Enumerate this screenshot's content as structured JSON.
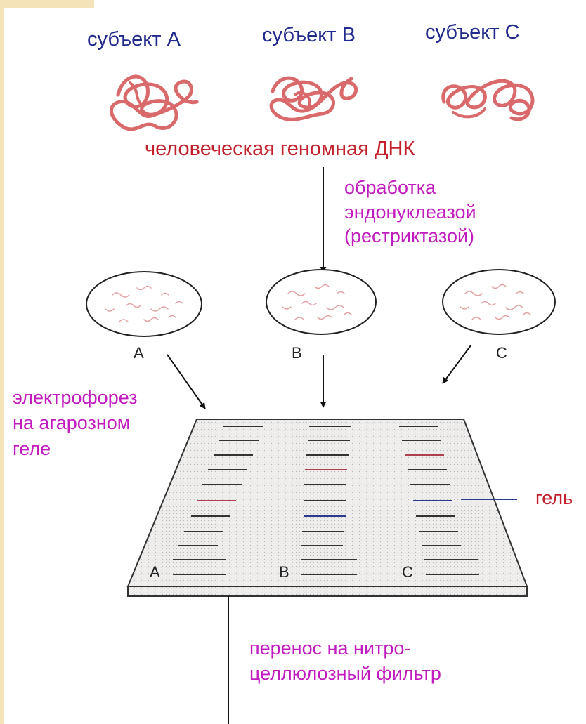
{
  "subjects": [
    "субъект A",
    "субъект B",
    "субъект C"
  ],
  "dna_label": "человеческая геномная ДНК",
  "step1_label": "обработка\nэндонуклеазой\n(рестриктазой)",
  "dish_labels": [
    "A",
    "B",
    "C"
  ],
  "step2_label": "электрофорез\nна агарозном\nгеле",
  "gel_label": "гель",
  "lane_labels": [
    "A",
    "B",
    "C"
  ],
  "step3_label": "перенос на нитро-\nцеллюлозный фильтр",
  "colors": {
    "subject_text": "#1f2a8c",
    "dna_text": "#c2202a",
    "step_text": "#c21bbf",
    "dna_strand": "#d9696a",
    "gel_fill": "#ecebea",
    "band": "#333333"
  },
  "icons": [
    "dna-coil-icon",
    "petri-dish-icon",
    "gel-slab-icon",
    "arrow-icon"
  ]
}
